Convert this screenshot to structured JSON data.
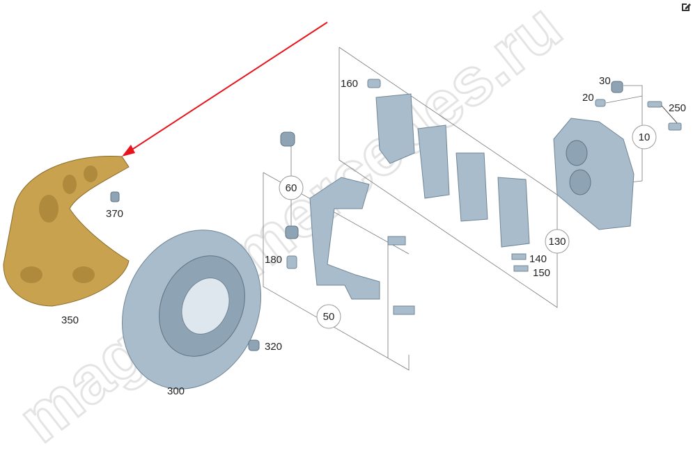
{
  "watermark": "magazinmercedes.ru",
  "toolbar": {
    "edit_icon": "edit-icon"
  },
  "colors": {
    "highlight_arrow": "#e8141b",
    "shield": "#c9a24f",
    "parts": "#a9bccb"
  },
  "callouts": {
    "p10": "10",
    "p20": "20",
    "p30": "30",
    "p50": "50",
    "p60": "60",
    "p130": "130",
    "p140": "140",
    "p150": "150",
    "p160": "160",
    "p180": "180",
    "p250": "250",
    "p300": "300",
    "p320": "320",
    "p350": "350",
    "p370": "370"
  }
}
